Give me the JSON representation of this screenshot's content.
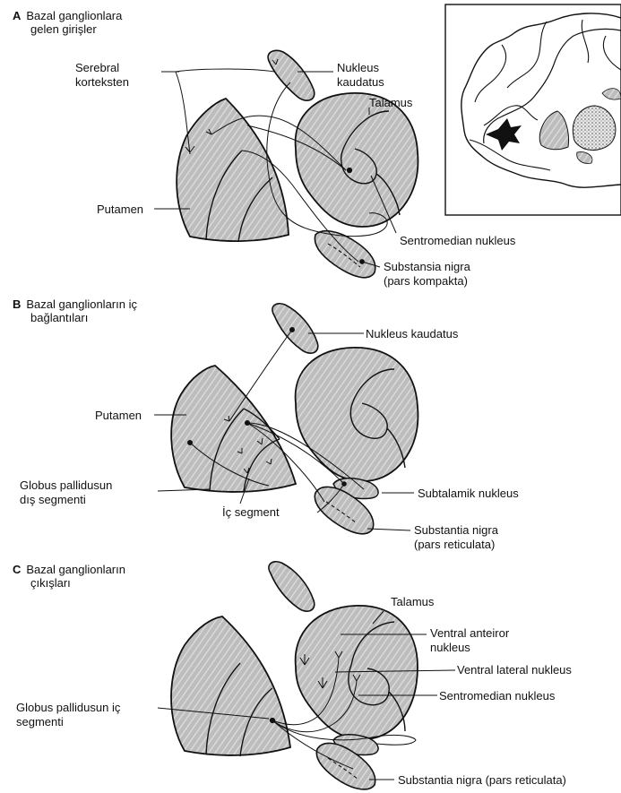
{
  "panels": [
    {
      "letter": "A",
      "title_line1": "Bazal ganglionlara",
      "title_line2": "gelen girişler",
      "labels": {
        "serebral_line1": "Serebral",
        "serebral_line2": "korteksten",
        "nukleus_line1": "Nukleus",
        "nukleus_line2": "kaudatus",
        "talamus": "Talamus",
        "putamen": "Putamen",
        "sentromedian": "Sentromedian nukleus",
        "substansia_line1": "Substansia nigra",
        "substansia_line2": "(pars kompakta)"
      }
    },
    {
      "letter": "B",
      "title_line1": "Bazal ganglionların iç",
      "title_line2": "bağlantıları",
      "labels": {
        "nukleus_kaudatus": "Nukleus kaudatus",
        "putamen": "Putamen",
        "globus_line1": "Globus pallidusun",
        "globus_line2": "dış segmenti",
        "ic_segment": "İç segment",
        "subtalamik": "Subtalamik nukleus",
        "substantia_line1": "Substantia nigra",
        "substantia_line2": "(pars reticulata)"
      }
    },
    {
      "letter": "C",
      "title_line1": "Bazal ganglionların",
      "title_line2": "çıkışları",
      "labels": {
        "talamus": "Talamus",
        "ventral_ant_line1": "Ventral anteiror",
        "ventral_ant_line2": "nukleus",
        "ventral_lat": "Ventral lateral nukleus",
        "sentromedian": "Sentromedian nukleus",
        "globus_line1": "Globus pallidusun iç",
        "globus_line2": "segmenti",
        "substantia": "Substantia nigra (pars reticulata)"
      }
    }
  ]
}
